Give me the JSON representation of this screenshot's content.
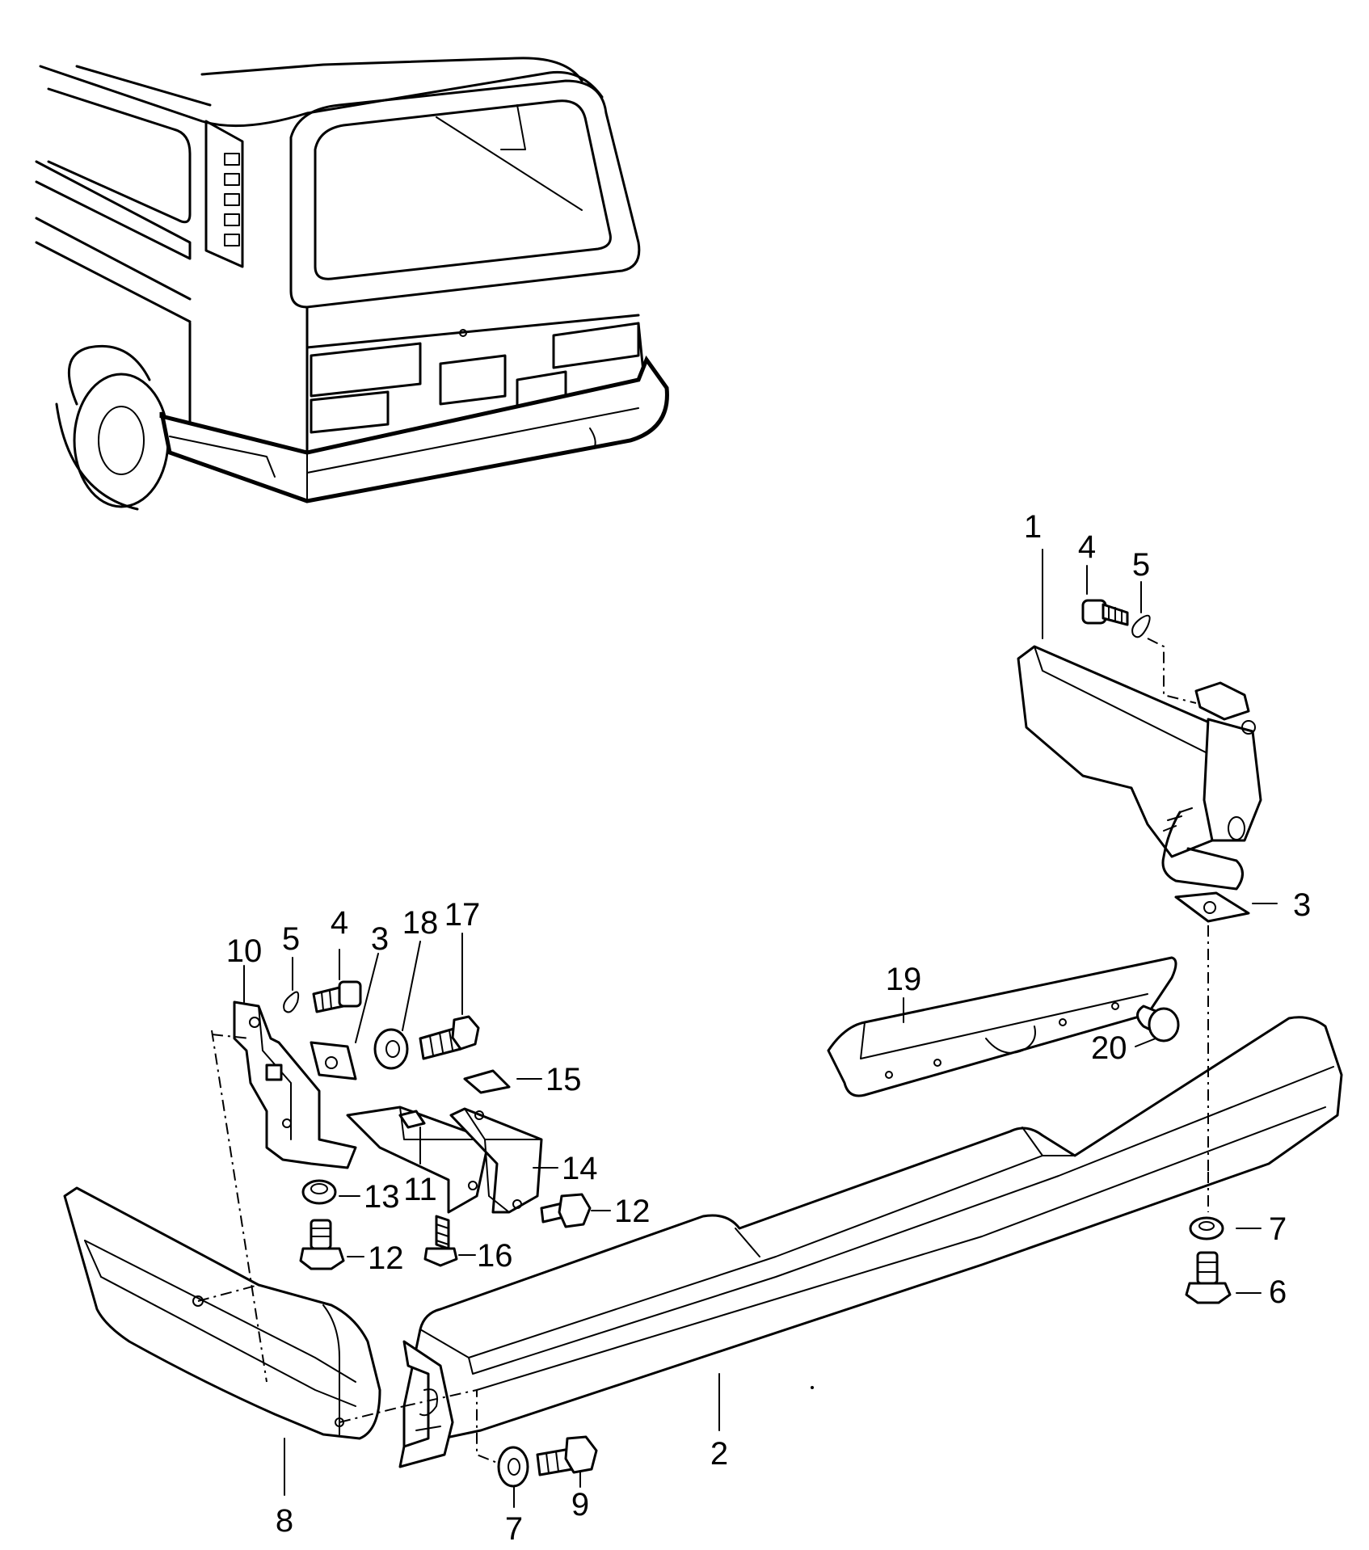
{
  "callouts": [
    {
      "id": "c1",
      "text": "1"
    },
    {
      "id": "c2",
      "text": "2"
    },
    {
      "id": "c3a",
      "text": "3"
    },
    {
      "id": "c3b",
      "text": "3"
    },
    {
      "id": "c4a",
      "text": "4"
    },
    {
      "id": "c4b",
      "text": "4"
    },
    {
      "id": "c5a",
      "text": "5"
    },
    {
      "id": "c5b",
      "text": "5"
    },
    {
      "id": "c6",
      "text": "6"
    },
    {
      "id": "c7a",
      "text": "7"
    },
    {
      "id": "c7b",
      "text": "7"
    },
    {
      "id": "c8",
      "text": "8"
    },
    {
      "id": "c9",
      "text": "9"
    },
    {
      "id": "c10",
      "text": "10"
    },
    {
      "id": "c11",
      "text": "11"
    },
    {
      "id": "c12a",
      "text": "12"
    },
    {
      "id": "c12b",
      "text": "12"
    },
    {
      "id": "c13",
      "text": "13"
    },
    {
      "id": "c14",
      "text": "14"
    },
    {
      "id": "c15",
      "text": "15"
    },
    {
      "id": "c16",
      "text": "16"
    },
    {
      "id": "c17",
      "text": "17"
    },
    {
      "id": "c18",
      "text": "18"
    },
    {
      "id": "c19",
      "text": "19"
    },
    {
      "id": "c20",
      "text": "20"
    }
  ]
}
